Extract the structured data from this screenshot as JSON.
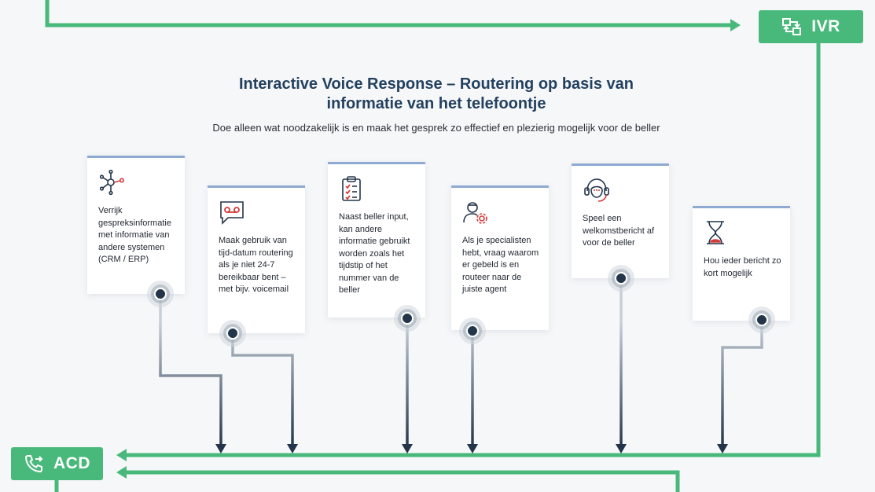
{
  "title_line1": "Interactive Voice Response – Routering op basis van",
  "title_line2": "informatie van het telefoontje",
  "subtitle": "Doe alleen wat noodzakelijk is en maak het gesprek zo effectief en plezierig mogelijk voor de beller",
  "ivr_badge": {
    "label": "IVR",
    "icon": "ivr-routing-icon"
  },
  "acd_badge": {
    "label": "ACD",
    "icon": "phone-forward-icon"
  },
  "cards": [
    {
      "icon": "network-nodes-icon",
      "text": "Verrijk gespreksinformatie met informatie van andere systemen (CRM / ERP)"
    },
    {
      "icon": "voicemail-icon",
      "text": "Maak gebruik van tijd-datum routering als je niet 24-7 bereikbaar bent – met bijv. voicemail"
    },
    {
      "icon": "clipboard-checklist-icon",
      "text": "Naast beller input, kan andere informatie gebruikt worden zoals het tijdstip of het nummer van de beller"
    },
    {
      "icon": "agent-settings-icon",
      "text": "Als je specialisten hebt, vraag waarom er gebeld is en routeer naar de juiste agent"
    },
    {
      "icon": "headset-agent-icon",
      "text": "Speel een welkomstbericht af voor de beller"
    },
    {
      "icon": "hourglass-icon",
      "text": "Hou ieder bericht zo kort mogelijk"
    }
  ],
  "colors": {
    "green": "#48b97a",
    "navy": "#23354a",
    "title": "#23415f",
    "card_border": "#8eaad2",
    "accent_red": "#d33a3a"
  }
}
